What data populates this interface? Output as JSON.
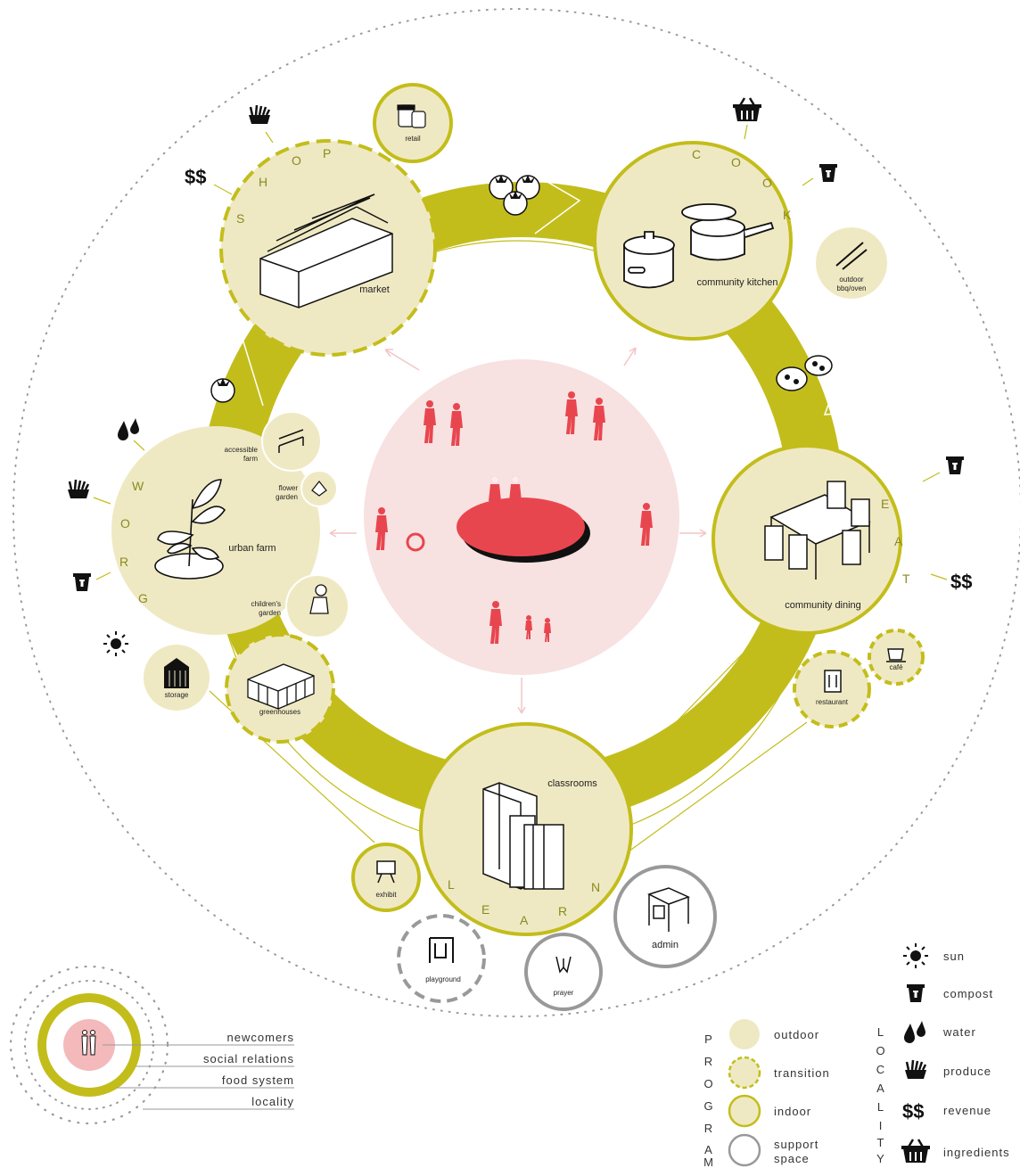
{
  "hubs": {
    "shop": {
      "letters": [
        "S",
        "H",
        "O",
        "P"
      ],
      "label": "market"
    },
    "cook": {
      "letters": [
        "C",
        "O",
        "O",
        "K"
      ],
      "label": "community kitchen"
    },
    "eat": {
      "letters": [
        "E",
        "A",
        "T"
      ],
      "label": "community dining"
    },
    "learn": {
      "letters": [
        "L",
        "E",
        "A",
        "R",
        "N"
      ],
      "label": "classrooms"
    },
    "grow": {
      "letters": [
        "G",
        "R",
        "O",
        "W"
      ],
      "label": "urban farm"
    }
  },
  "satellites": {
    "retail": "retail",
    "outdoor_bbq_1": "outdoor",
    "outdoor_bbq_2": "bbq/oven",
    "accessible_farm_1": "accessible",
    "accessible_farm_2": "farm",
    "flower_garden_1": "flower",
    "flower_garden_2": "garden",
    "childrens_garden_1": "children's",
    "childrens_garden_2": "garden",
    "storage": "storage",
    "greenhouses": "greenhouses",
    "restaurant": "restaurant",
    "cafe": "café",
    "exhibit": "exhibit",
    "playground": "playground",
    "prayer": "prayer",
    "admin": "admin"
  },
  "revenue_symbol": "$$",
  "scale_legend": [
    "newcomers",
    "social relations",
    "food system",
    "locality"
  ],
  "program_legend": {
    "title_letters": [
      "P",
      "R",
      "O",
      "G",
      "R",
      "A",
      "M"
    ],
    "items": [
      {
        "label": "outdoor"
      },
      {
        "label": "transition"
      },
      {
        "label": "indoor"
      },
      {
        "label": "support",
        "label2": "space"
      }
    ]
  },
  "locality_legend": {
    "title_letters": [
      "L",
      "O",
      "C",
      "A",
      "L",
      "I",
      "T",
      "Y"
    ],
    "items": [
      {
        "label": "sun",
        "icon": "sun-icon"
      },
      {
        "label": "compost",
        "icon": "compost-bin-icon"
      },
      {
        "label": "water",
        "icon": "water-drops-icon"
      },
      {
        "label": "produce",
        "icon": "produce-basket-icon"
      },
      {
        "label": "revenue",
        "icon": "revenue-icon",
        "symbol": "$$"
      },
      {
        "label": "ingredients",
        "icon": "ingredients-basket-icon"
      }
    ]
  },
  "colors": {
    "olive": "#c3bd1b",
    "cream": "#efe9c3",
    "pink": "#f8e1e1",
    "red": "#e8464f",
    "grey": "#9a9a9a"
  }
}
